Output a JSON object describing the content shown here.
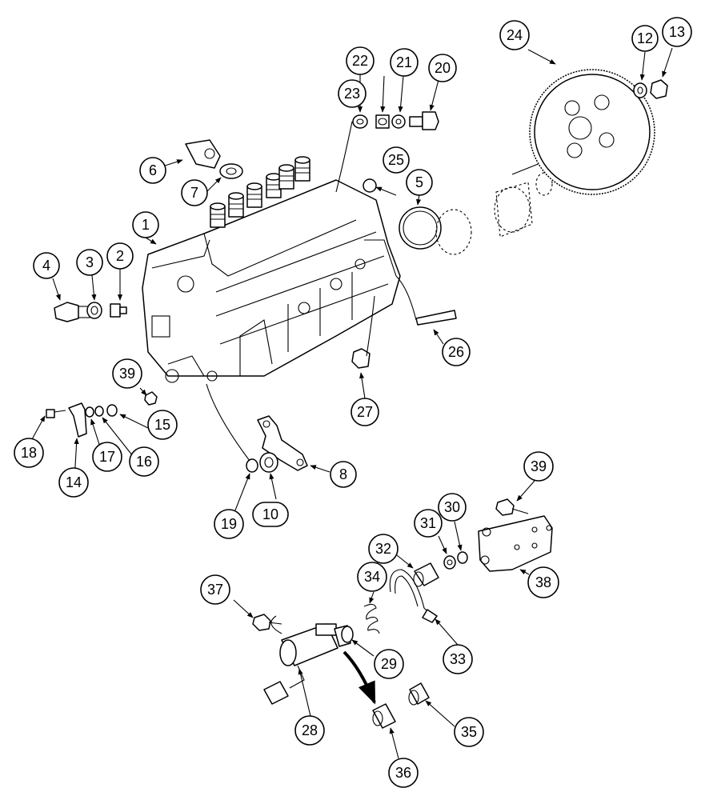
{
  "diagram": {
    "callouts": [
      "1",
      "2",
      "3",
      "4",
      "5",
      "6",
      "7",
      "8",
      "10",
      "12",
      "13",
      "14",
      "15",
      "16",
      "17",
      "18",
      "19",
      "20",
      "21",
      "22",
      "23",
      "24",
      "25",
      "26",
      "27",
      "28",
      "29",
      "30",
      "31",
      "32",
      "33",
      "34",
      "35",
      "36",
      "37",
      "38",
      "39",
      "39"
    ]
  }
}
